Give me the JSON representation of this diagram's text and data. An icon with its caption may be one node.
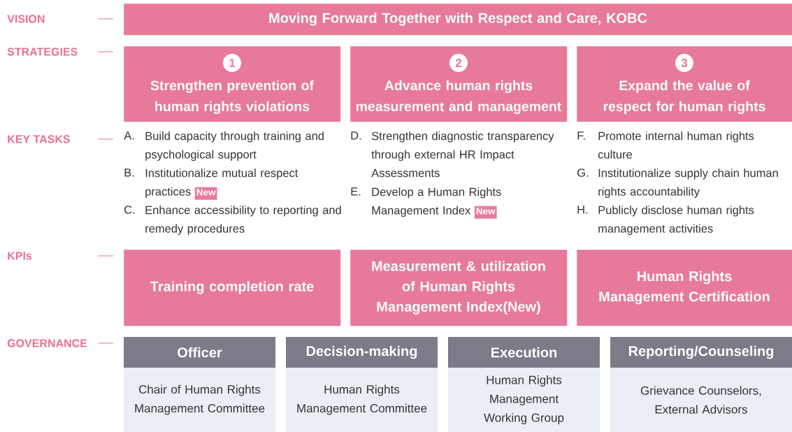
{
  "diagram": {
    "nodes": [
      {
        "text": [
          "Moving Forward Together with Respect and Care, KOBC"
        ]
      },
      {
        "text": [
          "1",
          "Strengthen prevention of human rights violations"
        ]
      },
      {
        "text": [
          "2",
          "Advance human rights measurement and management"
        ]
      },
      {
        "text": [
          "3",
          "Expand the value of respect for human rights"
        ]
      },
      {
        "text": [
          "Training completion rate"
        ]
      },
      {
        "text": [
          "Measurement & utilization of Human Rights Management Index(New)"
        ]
      },
      {
        "text": [
          "Human Rights Management Certification"
        ]
      },
      {
        "text": [
          "Officer",
          "Chair of Human Rights Management Committee"
        ]
      },
      {
        "text": [
          "Decision-making",
          "Human Rights Management Committee"
        ]
      },
      {
        "text": [
          "Execution",
          "Human Rights Management Working Group"
        ]
      },
      {
        "text": [
          "Reporting/Counseling",
          "Grievance Counselors, External Advisors"
        ]
      }
    ],
    "labels": [
      "VISION",
      "STRATEGIES",
      "KEY TASKS",
      "KPIs",
      "GOVERNANCE",
      "A.",
      "Build capacity through training and psychological support",
      "B.",
      "Institutionalize mutual respect practices",
      "New",
      "C.",
      "Enhance accessibility to reporting and remedy procedures",
      "D.",
      "Strengthen diagnostic transparency through external HR Impact Assessments",
      "E.",
      "Develop a Human Rights Management Index",
      "New",
      "F.",
      "Promote internal human rights culture",
      "G.",
      "Institutionalize supply chain human rights accountability",
      "H.",
      "Publicly disclose human rights management activities"
    ]
  }
}
